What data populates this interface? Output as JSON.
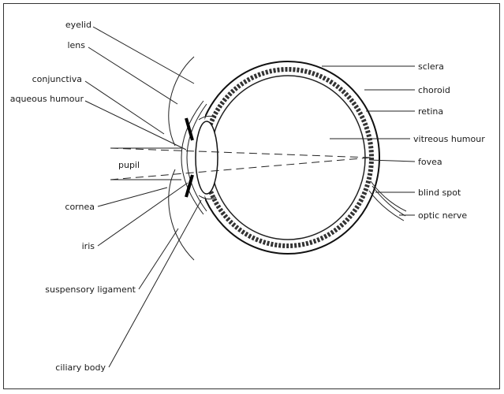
{
  "labels": {
    "eyelid": "eyelid",
    "lens": "lens",
    "conjunctiva": "conjunctiva",
    "aqueous_humour": "aqueous humour",
    "pupil": "pupil",
    "cornea": "cornea",
    "iris": "iris",
    "suspensory_ligament": "suspensory ligament",
    "ciliary_body": "ciliary body",
    "sclera": "sclera",
    "choroid": "choroid",
    "retina": "retina",
    "vitreous_humour": "vitreous humour",
    "fovea": "fovea",
    "blind_spot": "blind spot",
    "optic_nerve": "optic nerve"
  }
}
